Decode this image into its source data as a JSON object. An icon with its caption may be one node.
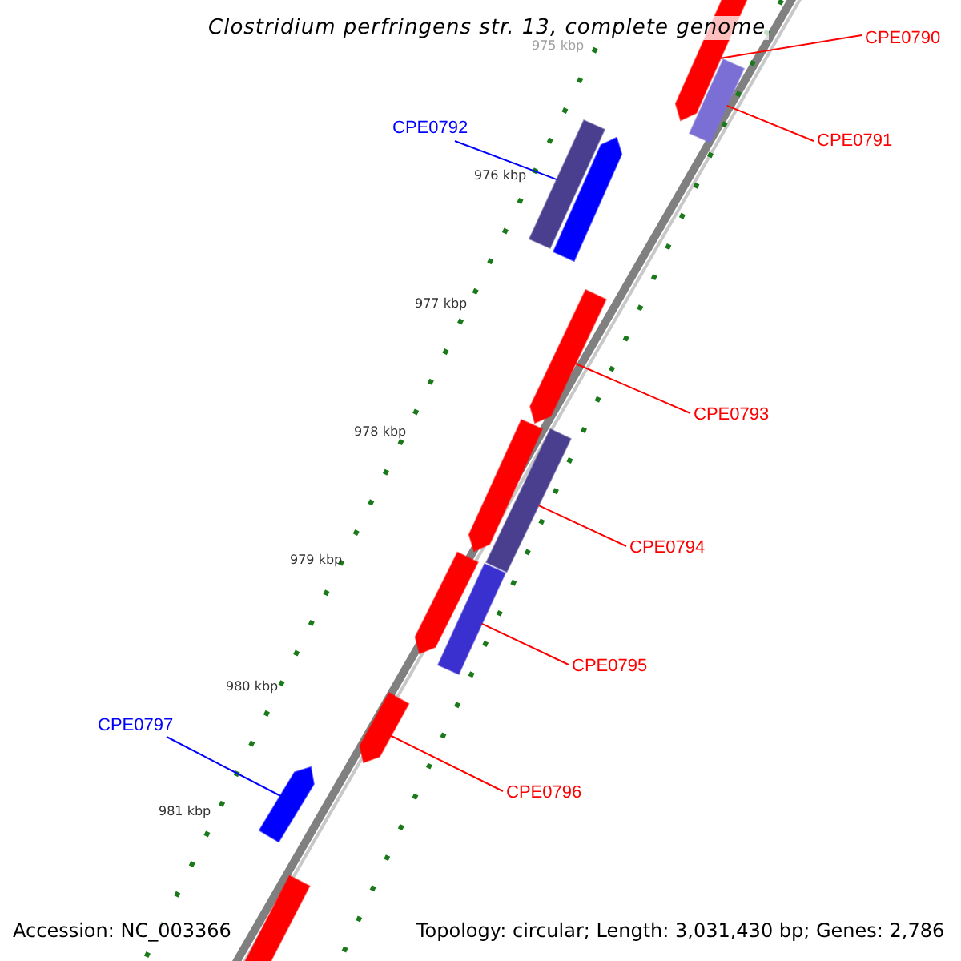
{
  "diagram": {
    "title": "Clostridium perfringens str. 13, complete genome",
    "nodes": [
      {
        "text": [
          "CPE0790"
        ]
      },
      {
        "text": [
          "CPE0791"
        ]
      },
      {
        "text": [
          "CPE0792"
        ]
      },
      {
        "text": [
          "CPE0793"
        ]
      },
      {
        "text": [
          "CPE0794"
        ]
      },
      {
        "text": [
          "CPE0795"
        ]
      },
      {
        "text": [
          "CPE0796"
        ]
      },
      {
        "text": [
          "CPE0797"
        ]
      },
      {
        "text": [],
        "shape": "bar"
      },
      {
        "text": [],
        "shape": "bar"
      },
      {
        "text": [],
        "shape": "bar"
      },
      {
        "text": [],
        "shape": "bar"
      },
      {
        "text": [],
        "shape": "bar"
      },
      {
        "text": [],
        "shape": "bar"
      },
      {
        "text": [],
        "shape": "bar"
      },
      {
        "text": [],
        "shape": "bar"
      },
      {
        "text": [],
        "shape": "bar"
      },
      {
        "text": [],
        "shape": "bar"
      },
      {
        "text": [],
        "shape": "bar"
      },
      {
        "text": [],
        "shape": "bar"
      }
    ],
    "edges": [
      {
        "from": 0,
        "to": 8,
        "arrow": "none"
      },
      {
        "from": 1,
        "to": 9,
        "arrow": "none",
        "color": "#ff0000"
      },
      {
        "from": 2,
        "to": 10,
        "arrow": "none",
        "color": "#0000ff"
      },
      {
        "from": 3,
        "to": 12,
        "arrow": "none",
        "color": "#ff0000"
      },
      {
        "from": 4,
        "to": 14,
        "arrow": "none",
        "color": "#ff0000"
      },
      {
        "from": 5,
        "to": 16,
        "arrow": "none",
        "color": "#ff0000"
      },
      {
        "from": 6,
        "to": 17,
        "arrow": "none",
        "color": "#ff0000"
      },
      {
        "from": 7,
        "to": 18,
        "arrow": "none",
        "color": "#0000ff"
      }
    ],
    "labels": [
      "975 kbp",
      "976 kbp",
      "977 kbp",
      "978 kbp",
      "979 kbp",
      "980 kbp",
      "981 kbp",
      "Accession: NC_003366",
      "Topology: circular; Length: 3,031,430 bp; Genes: 2,786"
    ]
  }
}
